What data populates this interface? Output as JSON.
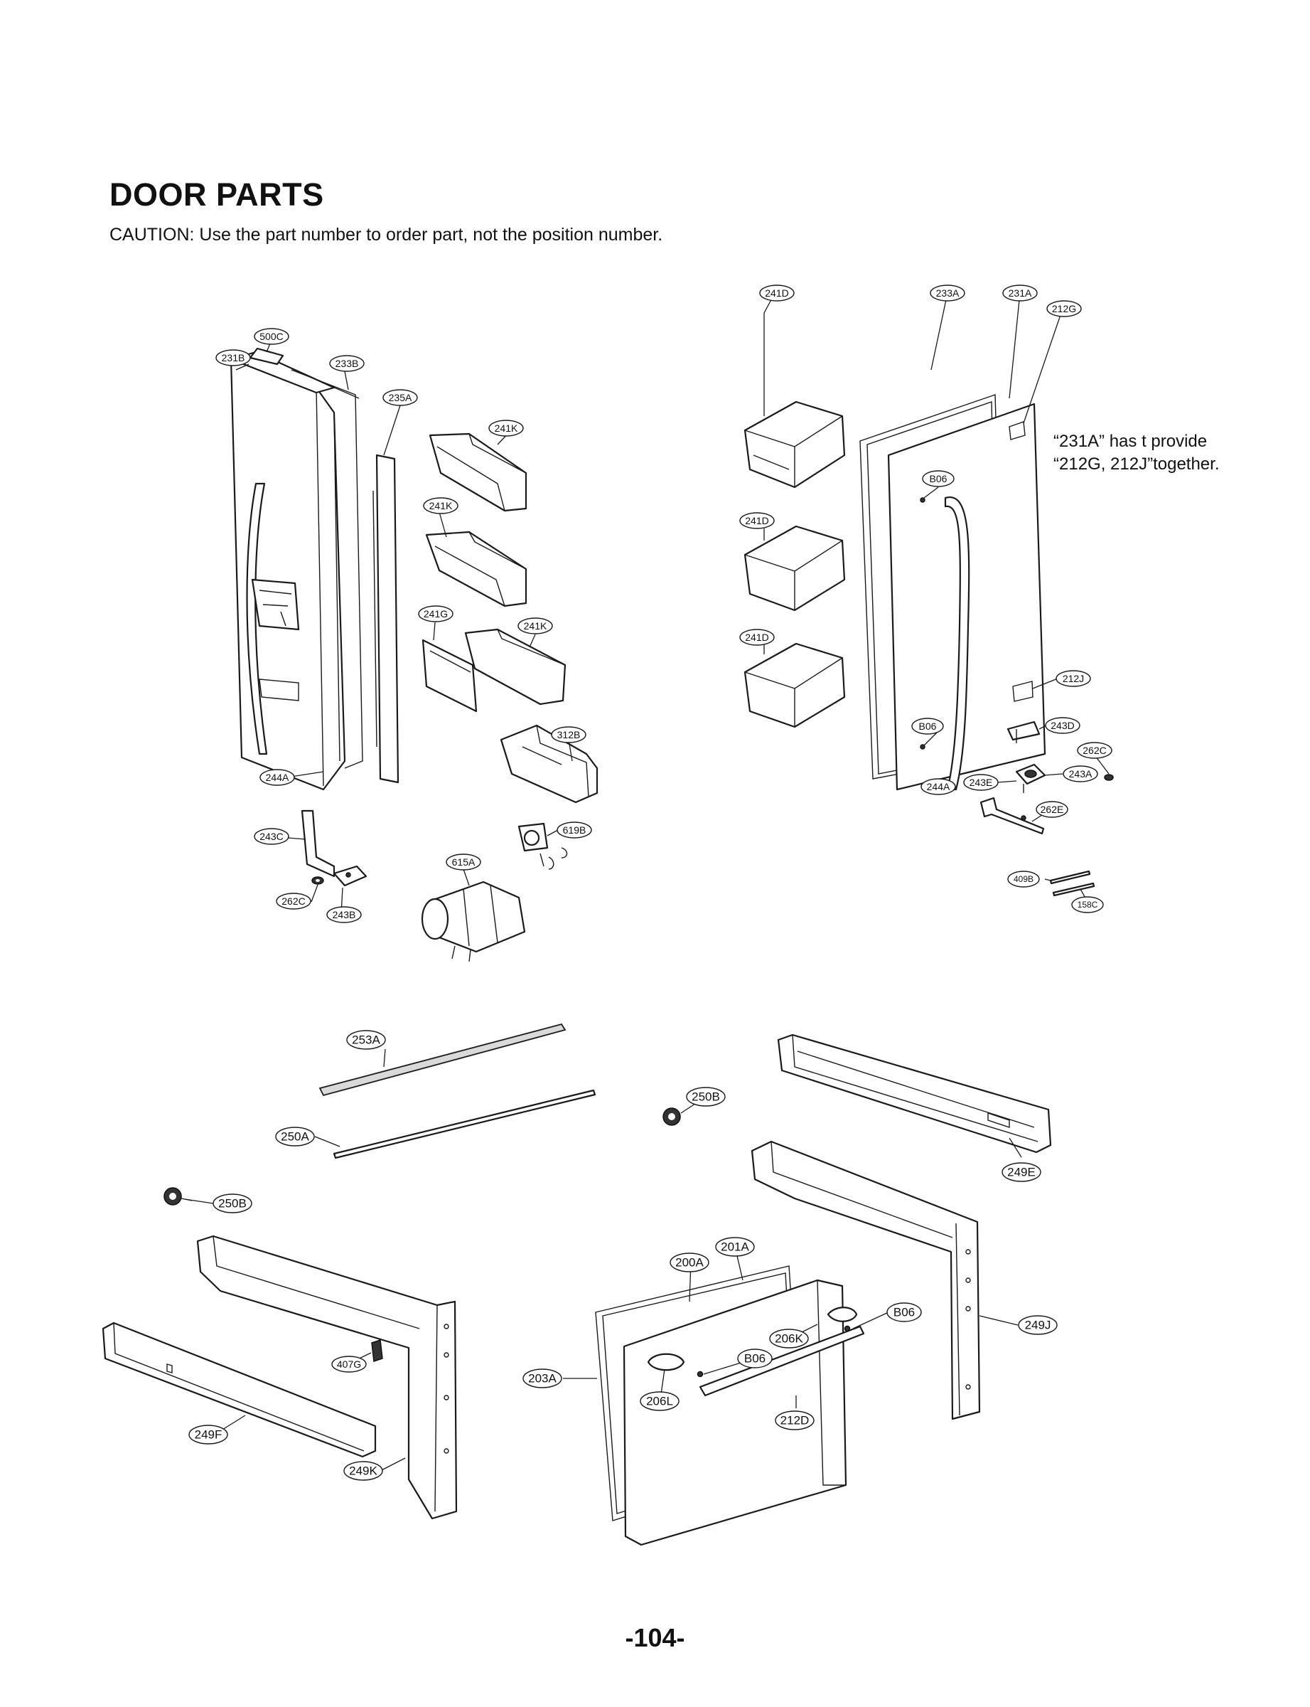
{
  "title": "DOOR PARTS",
  "caution": "CAUTION: Use the part number to order part, not the position number.",
  "note": {
    "line1": "“231A” has t   provide",
    "line2": "“212G, 212J”together."
  },
  "page_number": "-104-",
  "labels": {
    "l500C": "500C",
    "l231B": "231B",
    "l233B": "233B",
    "l235A": "235A",
    "l241K_a": "241K",
    "l241K_b": "241K",
    "l241K_c": "241K",
    "l241G": "241G",
    "l312B": "312B",
    "l244A_a": "244A",
    "l243C": "243C",
    "l262C_a": "262C",
    "l243B": "243B",
    "l619B": "619B",
    "l615A": "615A",
    "l241D_a": "241D",
    "l241D_b": "241D",
    "l241D_c": "241D",
    "l233A": "233A",
    "l231A": "231A",
    "l212G": "212G",
    "lB06_a": "B06",
    "lB06_b": "B06",
    "l212J": "212J",
    "l243D": "243D",
    "l262C_b": "262C",
    "l243A": "243A",
    "l244A_b": "244A",
    "l243E": "243E",
    "l262E": "262E",
    "l409B": "409B",
    "l158C": "158C",
    "l253A": "253A",
    "l250A": "250A",
    "l250B_a": "250B",
    "l250B_b": "250B",
    "l249E": "249E",
    "l249J": "249J",
    "l201A": "201A",
    "l200A": "200A",
    "lB06_c": "B06",
    "l206K": "206K",
    "lB06_d": "B06",
    "l203A": "203A",
    "l206L": "206L",
    "l212D": "212D",
    "l407G": "407G",
    "l249F": "249F",
    "l249K": "249K"
  }
}
